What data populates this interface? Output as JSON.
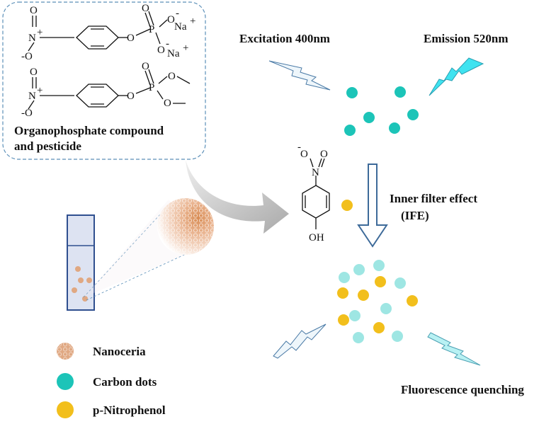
{
  "compounds_box": {
    "caption_line1": "Organophosphate compound",
    "caption_line2": "and pesticide",
    "atoms": {
      "o_minus": "-O",
      "n_plus": "N",
      "plus_sign": "+",
      "o_top": "O",
      "o_link": "O",
      "p": "P",
      "o_minus_sup": "O",
      "minus": "-",
      "na1": "Na",
      "na2": "Na",
      "o_ester1": "O",
      "o_ester2": "O"
    }
  },
  "excitation_label": "Excitation 400nm",
  "emission_label": "Emission 520nm",
  "mechanism_label_line1": "Inner filter effect",
  "mechanism_label_line2": "(IFE)",
  "quenching_label": "Fluorescence quenching",
  "nitrophenol_structure": {
    "o_minus": "O",
    "n": "N",
    "o": "O",
    "oh": "OH"
  },
  "legend": [
    {
      "label": "Nanoceria",
      "color": "#e0a882"
    },
    {
      "label": "Carbon dots",
      "color": "#1cc4b8"
    },
    {
      "label": "p-Nitrophenol",
      "color": "#f2bf1c"
    }
  ],
  "colors": {
    "carbon_dot": "#1cc4b8",
    "carbon_dot_quenched": "#9ee6e3",
    "nitrophenol": "#f2bf1c",
    "nanoceria": "#e0a882",
    "excitation_bolt": "#eef6fb",
    "emission_bolt": "#3fe3f0",
    "box_border": "#5b8fb8",
    "cuvette": "#dde3f2",
    "cuvette_border": "#2f4f8f",
    "arrow_outline": "#3d6a99"
  }
}
